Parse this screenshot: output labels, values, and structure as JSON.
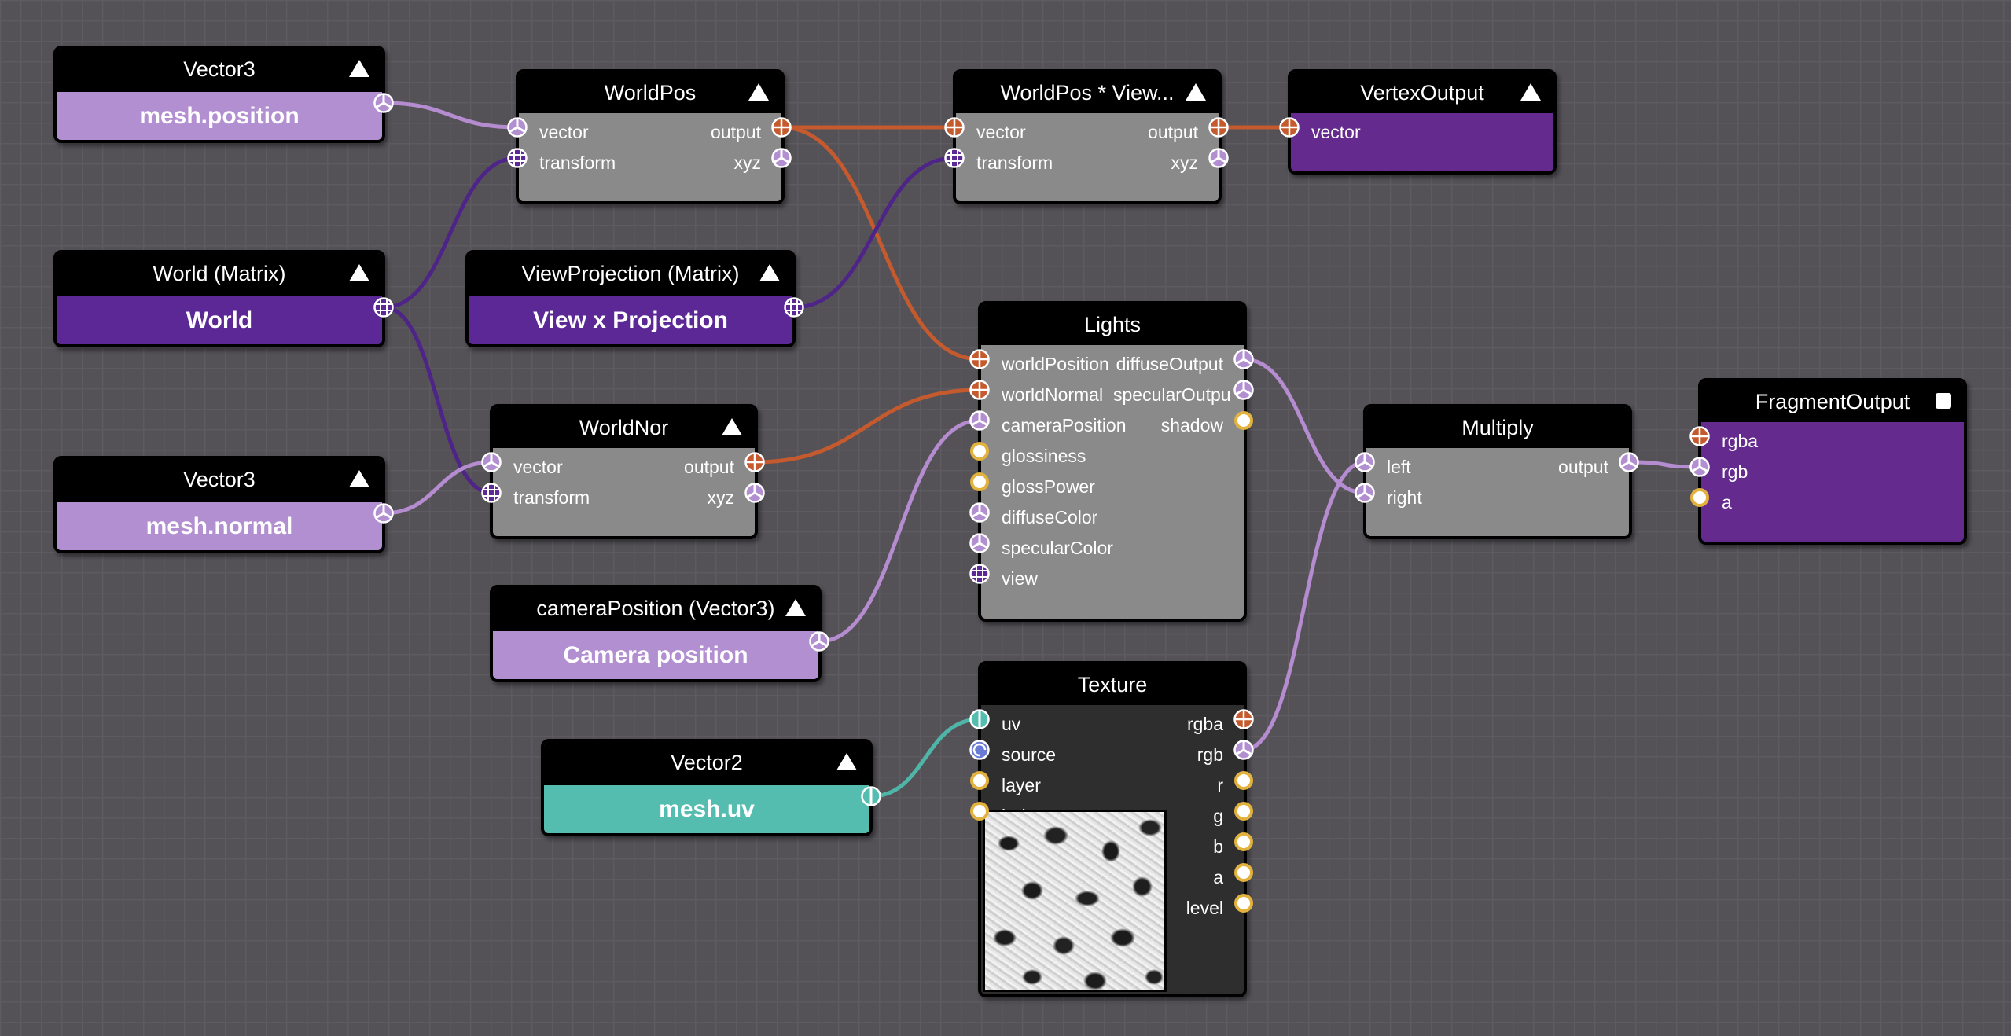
{
  "nodes": {
    "vec3_pos": {
      "title": "Vector3",
      "value": "mesh.position"
    },
    "world_matrix": {
      "title": "World (Matrix)",
      "value": "World"
    },
    "vec3_normal": {
      "title": "Vector3",
      "value": "mesh.normal"
    },
    "worldpos": {
      "title": "WorldPos",
      "in_vector": "vector",
      "in_transform": "transform",
      "out_output": "output",
      "out_xyz": "xyz"
    },
    "viewproj": {
      "title": "ViewProjection (Matrix)",
      "value": "View x Projection"
    },
    "worldnor": {
      "title": "WorldNor",
      "in_vector": "vector",
      "in_transform": "transform",
      "out_output": "output",
      "out_xyz": "xyz"
    },
    "campos": {
      "title": "cameraPosition (Vector3)",
      "value": "Camera position"
    },
    "vec2_uv": {
      "title": "Vector2",
      "value": "mesh.uv"
    },
    "worldpos_view": {
      "title": "WorldPos * View...",
      "in_vector": "vector",
      "in_transform": "transform",
      "out_output": "output",
      "out_xyz": "xyz"
    },
    "vertex_output": {
      "title": "VertexOutput",
      "in_vector": "vector"
    },
    "lights": {
      "title": "Lights",
      "inputs": [
        "worldPosition",
        "worldNormal",
        "cameraPosition",
        "glossiness",
        "glossPower",
        "diffuseColor",
        "specularColor",
        "view"
      ],
      "outputs": [
        "diffuseOutput",
        "specularOutput",
        "shadow"
      ]
    },
    "texture": {
      "title": "Texture",
      "inputs": [
        "uv",
        "source",
        "layer",
        "lod"
      ],
      "outputs": [
        "rgba",
        "rgb",
        "r",
        "g",
        "b",
        "a",
        "level"
      ]
    },
    "multiply": {
      "title": "Multiply",
      "in_left": "left",
      "in_right": "right",
      "out_output": "output"
    },
    "fragment_output": {
      "title": "FragmentOutput",
      "inputs": [
        "rgba",
        "rgb",
        "a"
      ]
    }
  },
  "colors": {
    "background": "#545257",
    "vector3": "#b28fd1",
    "matrix": "#5b2896",
    "vector2": "#55bdb0",
    "output_node": "#652a8e",
    "node_body": "#8a8a8a",
    "texture_body": "#2e2e2e",
    "wire_vec4": "#c45a2e",
    "wire_vec3": "#b48ccf",
    "wire_matrix": "#4e2488",
    "wire_vec2": "#4fb5a8",
    "port_float": "#e2b23d",
    "port_sampler": "#6a7bd6"
  },
  "icons": {
    "vec4": "crosshair-circle-icon",
    "vec3": "tri-spoke-circle-icon",
    "matrix": "grid-circle-icon",
    "vec2": "split-circle-icon",
    "float": "ring-icon",
    "sampler": "swirl-icon",
    "collapse": "triangle-up-icon",
    "preview": "square-icon"
  }
}
